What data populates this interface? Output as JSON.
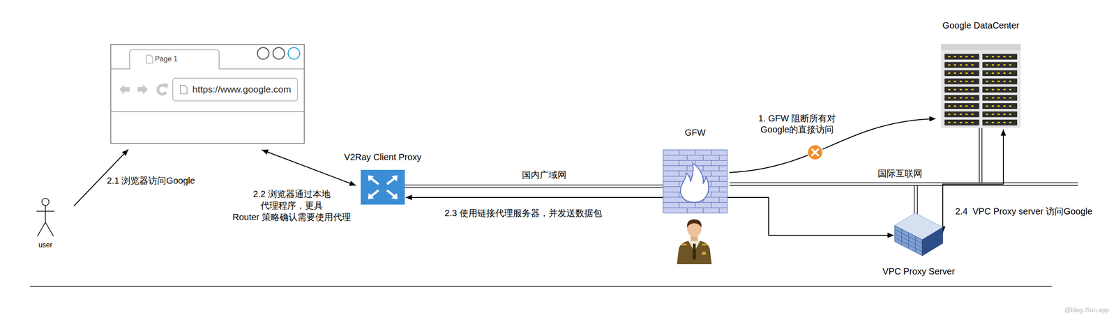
{
  "diagram": {
    "nodes": [
      {
        "text": [
          "Page 1",
          "https://www.google.com"
        ]
      },
      {
        "text": [
          "user"
        ]
      },
      {
        "text": [
          "V2Ray Client Proxy"
        ]
      },
      {
        "text": [
          "GFW"
        ]
      },
      {
        "text": [
          "Google DataCenter"
        ]
      },
      {
        "text": [
          "VPC Proxy Server"
        ]
      }
    ],
    "edges": [
      {
        "from": 1,
        "to": 0,
        "arrow": "to",
        "label": "2.1 浏览器访问Google"
      },
      {
        "from": 0,
        "to": 2,
        "arrow": "both",
        "label": "2.2 浏览器通过本地 代理程序，更具 Router 策略确认需要使用代理"
      },
      {
        "from": 2,
        "to": 5,
        "arrow": "both",
        "label": "2.3 使用链接代理服务器，并发送数据包"
      },
      {
        "from": 5,
        "to": 4,
        "arrow": "both",
        "label": "2.4  VPC Proxy server 访问Google"
      },
      {
        "from": 3,
        "to": 4,
        "arrow": "to",
        "label": "1. GFW 阻断所有对 Google的直接访问"
      },
      {
        "from": 2,
        "to": 3,
        "arrow": "none",
        "label": "国内广域网"
      }
    ],
    "labels": [
      "国际互联网",
      "@blog.iSun.app"
    ]
  }
}
